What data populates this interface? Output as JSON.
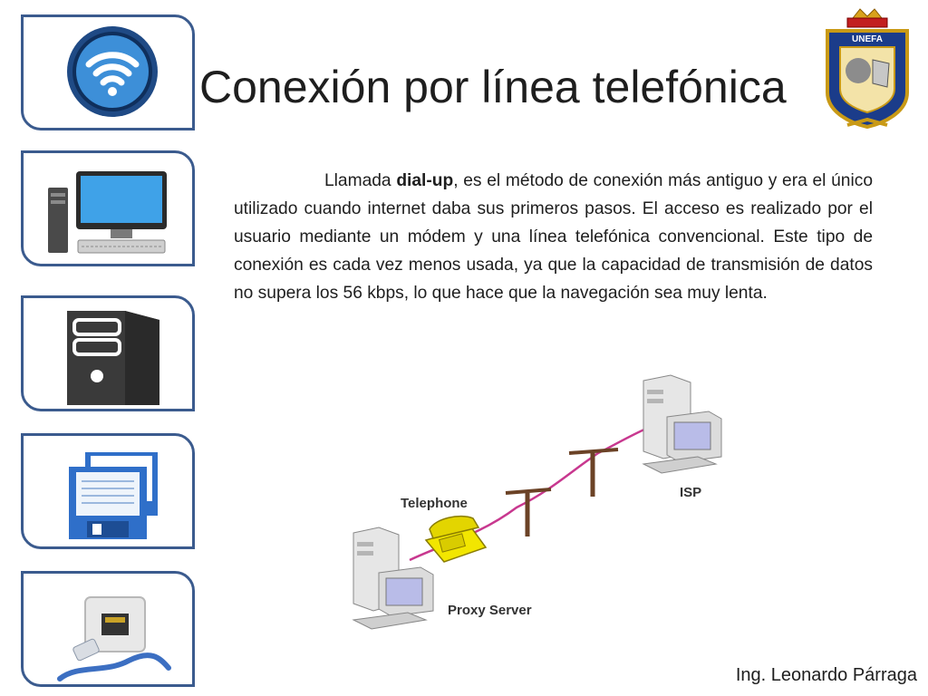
{
  "slide": {
    "title": "Conexión por línea telefónica",
    "body": {
      "pre": "Llamada ",
      "term": "dial-up",
      "post": ", es el método de conexión más antiguo y era el único utilizado cuando internet daba sus primeros pasos. El acceso es realizado por el usuario mediante un módem y una línea telefónica convencional. Este tipo de conexión es cada vez menos usada, ya que la capacidad de transmisión de datos no supera los 56 kbps, lo que hace que la navegación sea muy lenta."
    },
    "author": "Ing. Leonardo Párraga"
  },
  "sidebar": {
    "tiles": [
      {
        "icon": "wifi-icon"
      },
      {
        "icon": "desktop-computer-icon"
      },
      {
        "icon": "server-tower-icon"
      },
      {
        "icon": "floppy-documents-icon"
      },
      {
        "icon": "ethernet-port-icon"
      }
    ]
  },
  "logo": {
    "text": "UNEFA"
  },
  "diagram": {
    "labels": {
      "telephone": "Telephone",
      "isp": "ISP",
      "proxy": "Proxy Server"
    }
  },
  "colors": {
    "tile_border": "#3b5b8e",
    "wifi_ring": "#1a3f73",
    "cable": "#c8388f",
    "pole": "#6b4226",
    "phone": "#f2e600"
  }
}
